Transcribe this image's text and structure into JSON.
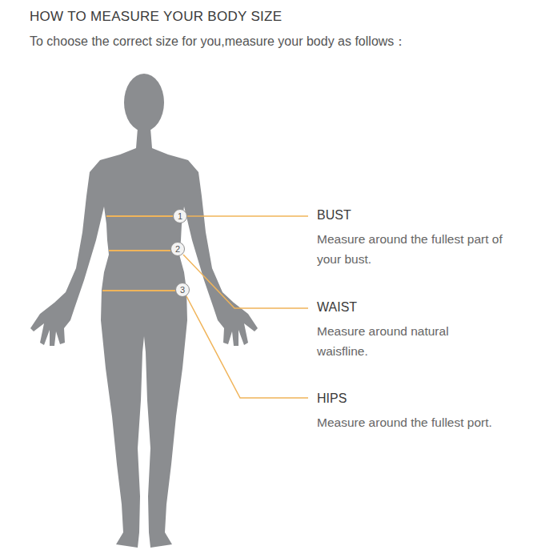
{
  "diagram": {
    "title": "HOW TO MEASURE YOUR BODY SIZE",
    "nodes": [
      {
        "text": [
          "1"
        ]
      },
      {
        "text": [
          "2"
        ]
      },
      {
        "text": [
          "3"
        ]
      }
    ],
    "labels": [
      "To choose the correct size for you,measure your body as follows：",
      "BUST",
      "Measure around the fullest part of your bust.",
      "WAIST",
      "Measure around natural waisfline.",
      "HIPS",
      "Measure around the fullest port."
    ]
  }
}
